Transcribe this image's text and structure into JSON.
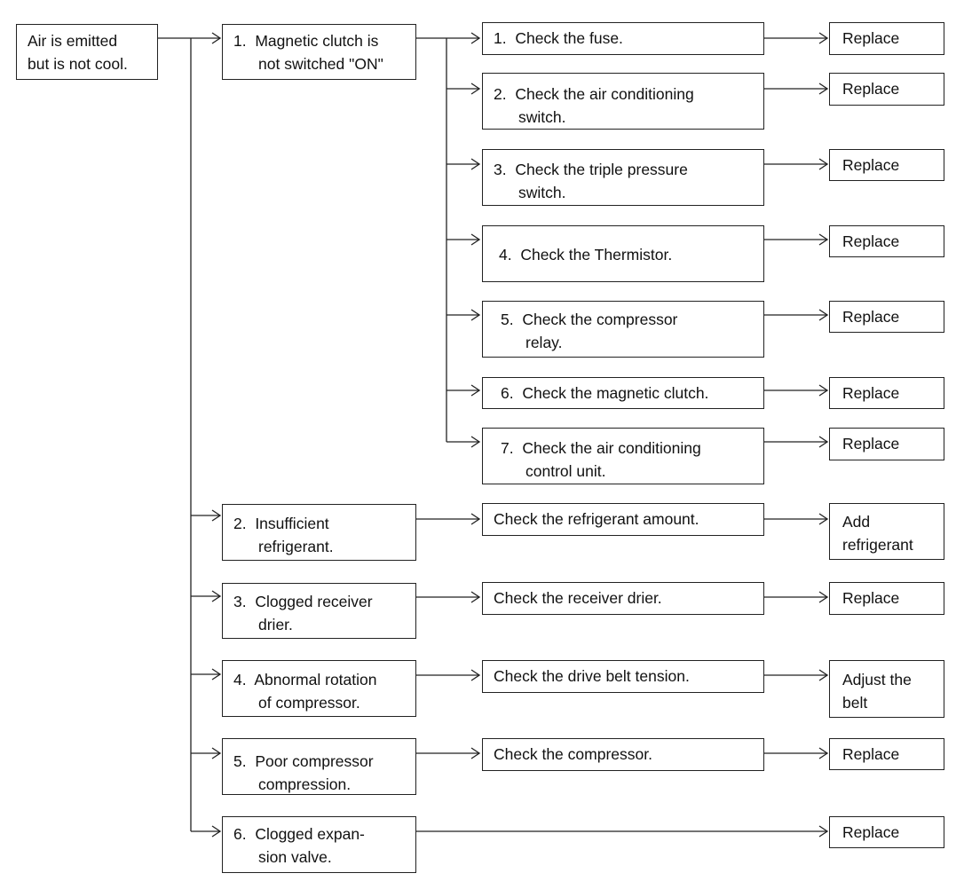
{
  "symptom": {
    "line1": "Air is emitted",
    "line2": "but is not cool."
  },
  "causes": [
    {
      "line1": "1.  Magnetic clutch is",
      "line2": "not switched \"ON\""
    },
    {
      "line1": "2.  Insufficient",
      "line2": "refrigerant."
    },
    {
      "line1": "3.  Clogged receiver",
      "line2": "drier."
    },
    {
      "line1": "4.  Abnormal rotation",
      "line2": "of compressor."
    },
    {
      "line1": "5.  Poor compressor",
      "line2": "compression."
    },
    {
      "line1": "6.  Clogged expan-",
      "line2": "sion valve."
    }
  ],
  "checks": [
    {
      "line1": "1.  Check the fuse.",
      "line2": ""
    },
    {
      "line1": "2.  Check the air conditioning",
      "line2": "switch."
    },
    {
      "line1": "3.  Check the triple pressure",
      "line2": "switch."
    },
    {
      "line1": "4.  Check the Thermistor.",
      "line2": ""
    },
    {
      "line1": "5.  Check the compressor",
      "line2": "relay."
    },
    {
      "line1": "6.  Check the magnetic clutch.",
      "line2": ""
    },
    {
      "line1": "7.  Check the air conditioning",
      "line2": "control unit."
    },
    {
      "line1": "Check the refrigerant amount.",
      "line2": ""
    },
    {
      "line1": "Check the receiver drier.",
      "line2": ""
    },
    {
      "line1": "Check the drive belt tension.",
      "line2": ""
    },
    {
      "line1": "Check the compressor.",
      "line2": ""
    }
  ],
  "actions": [
    {
      "line1": "Replace",
      "line2": ""
    },
    {
      "line1": "Replace",
      "line2": ""
    },
    {
      "line1": "Replace",
      "line2": ""
    },
    {
      "line1": "Replace",
      "line2": ""
    },
    {
      "line1": "Replace",
      "line2": ""
    },
    {
      "line1": "Replace",
      "line2": ""
    },
    {
      "line1": "Replace",
      "line2": ""
    },
    {
      "line1": "Add",
      "line2": "refrigerant"
    },
    {
      "line1": "Replace",
      "line2": ""
    },
    {
      "line1": "Adjust the",
      "line2": "belt"
    },
    {
      "line1": "Replace",
      "line2": ""
    },
    {
      "line1": "Replace",
      "line2": ""
    }
  ]
}
